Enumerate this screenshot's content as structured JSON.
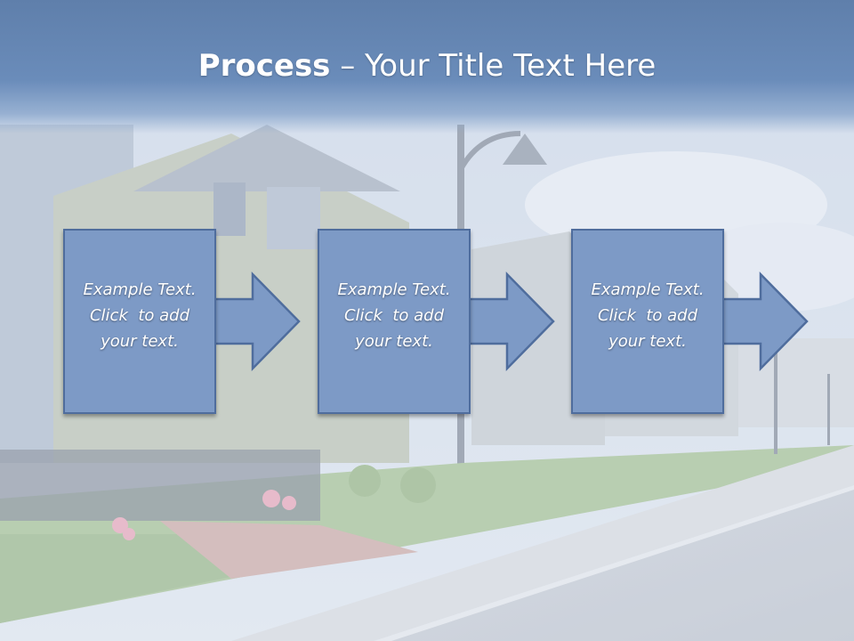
{
  "slide": {
    "title_bold": "Process",
    "title_rest": " – Your Title Text Here",
    "background": "street-with-houses-photo",
    "colors": {
      "header": "#6a8cba",
      "box_fill": "#7d9ac6",
      "box_border": "#4f6d9d",
      "text": "#ffffff"
    }
  },
  "steps": [
    {
      "line1": "Example Text.",
      "line2": "Click  to add",
      "line3": "your text."
    },
    {
      "line1": "Example Text.",
      "line2": "Click  to add",
      "line3": "your text."
    },
    {
      "line1": "Example Text.",
      "line2": "Click  to add",
      "line3": "your text."
    }
  ]
}
